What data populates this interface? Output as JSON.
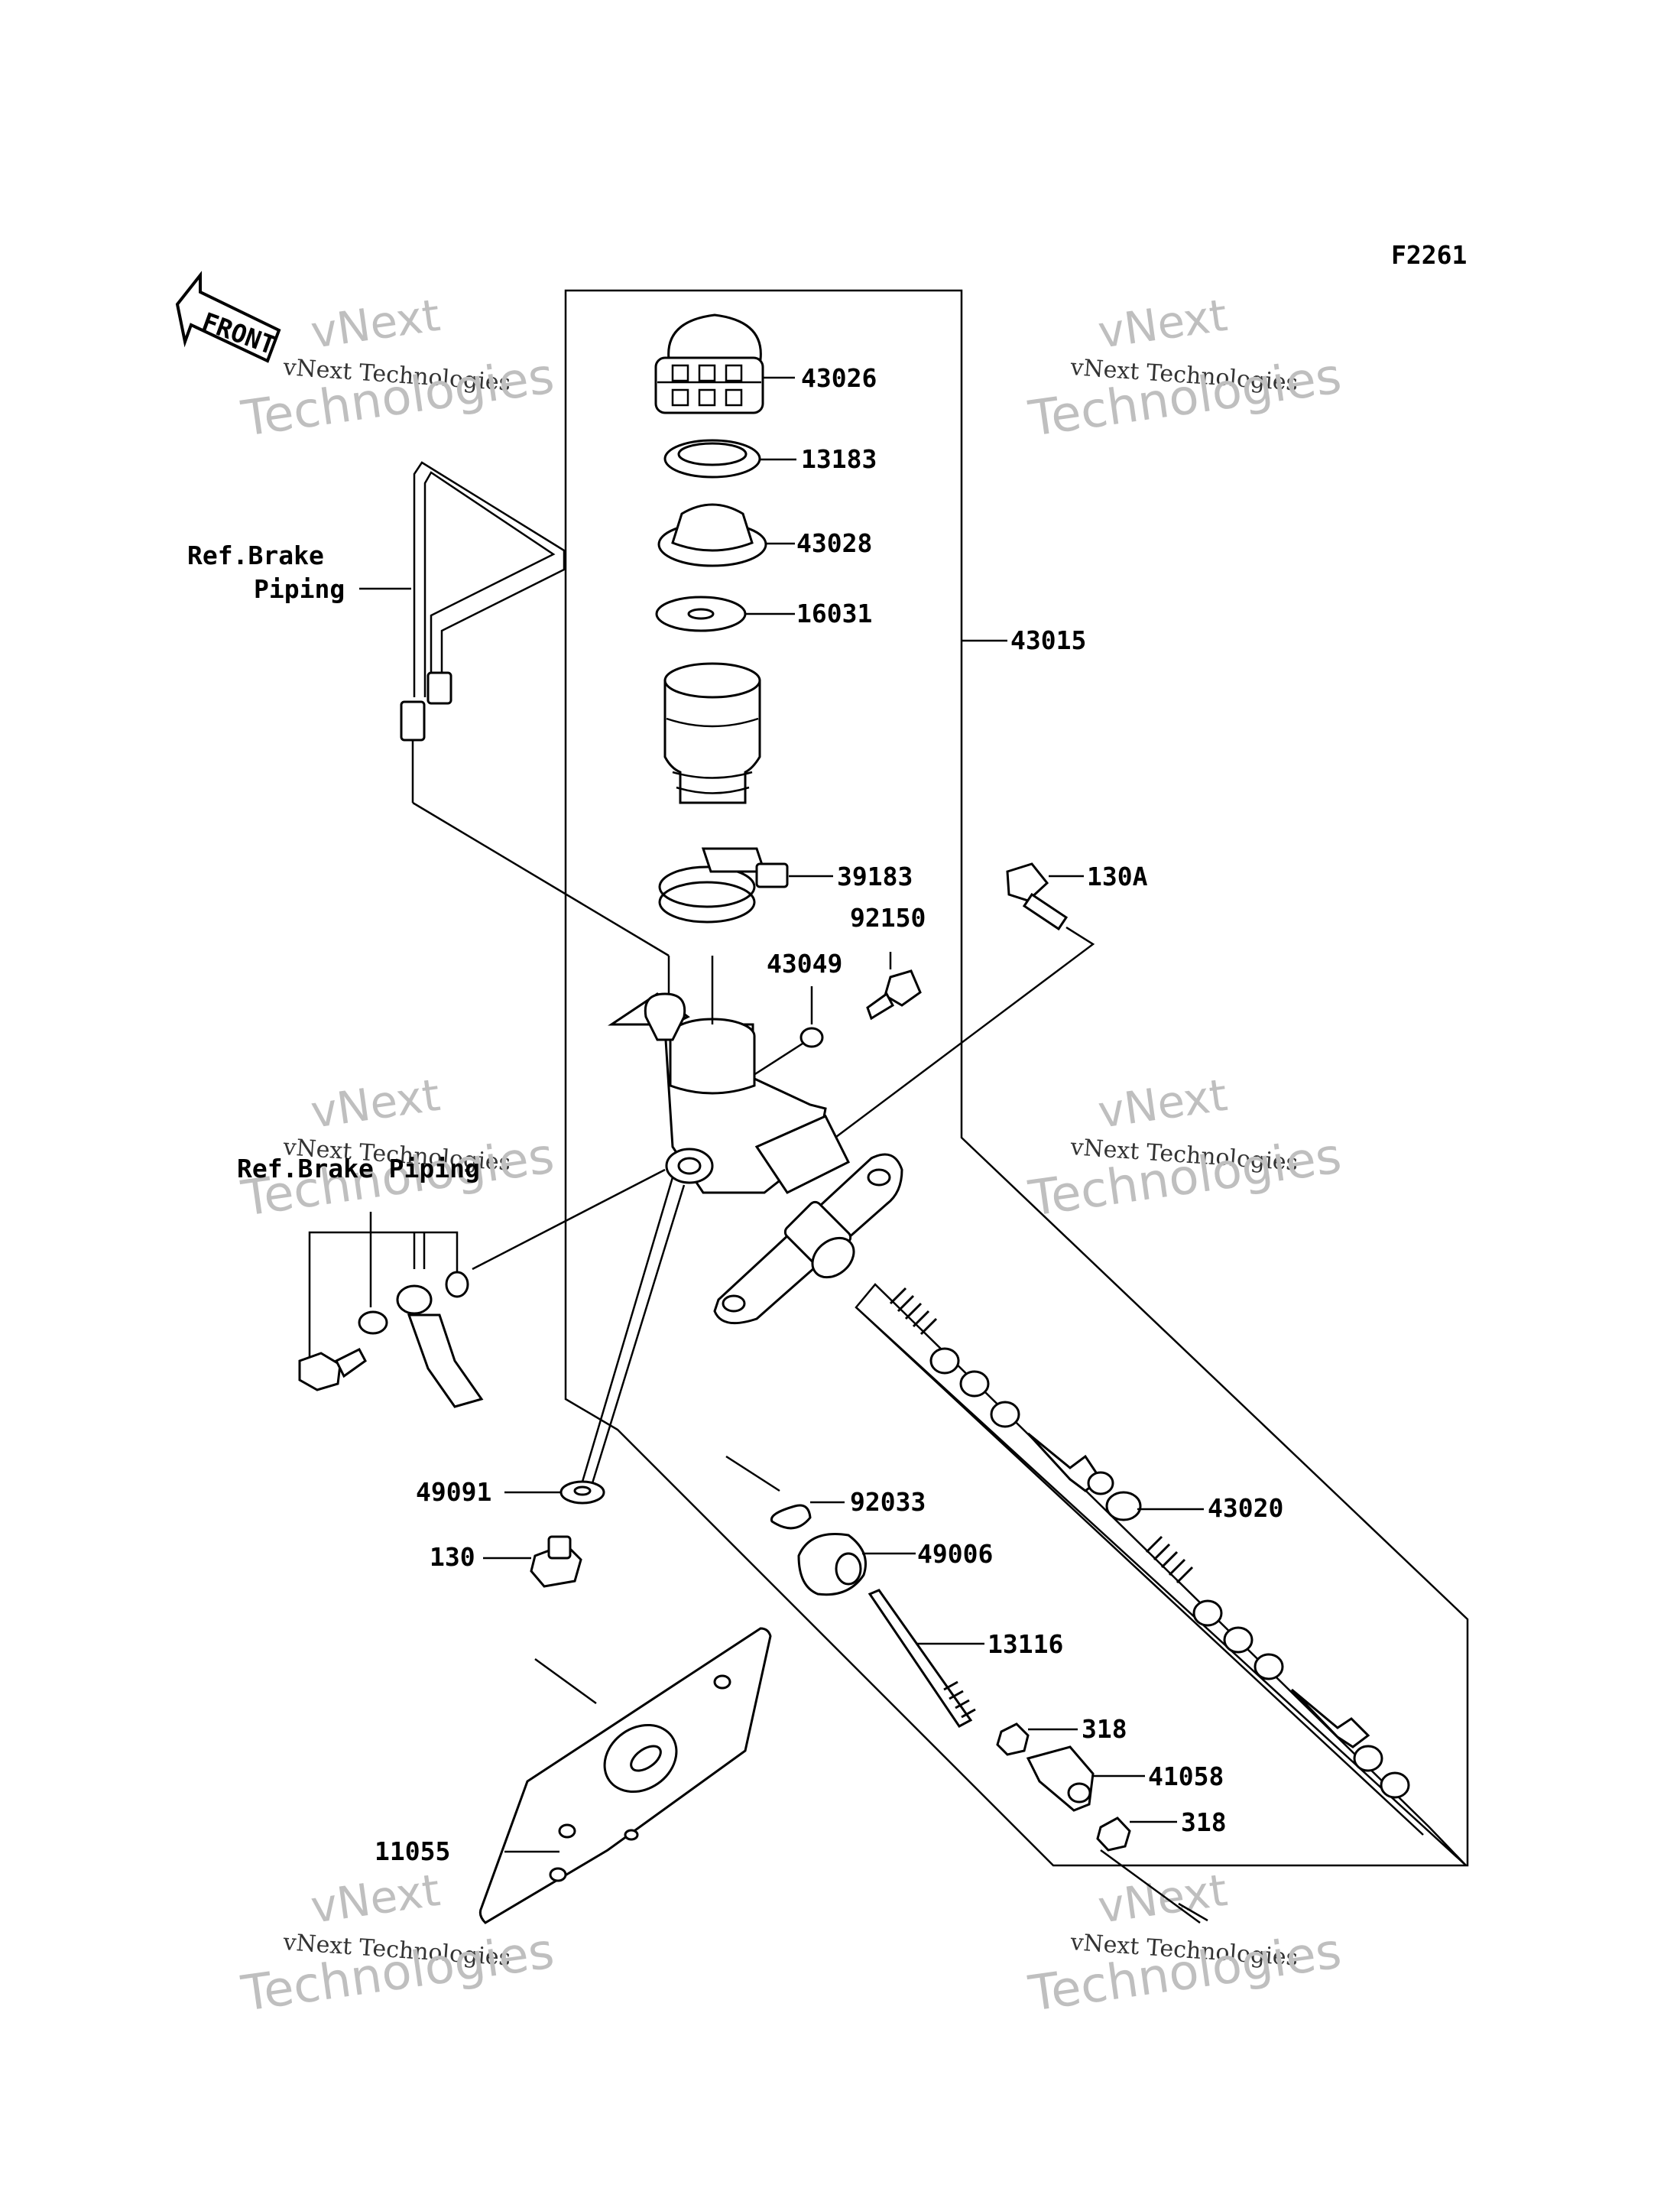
{
  "figure_code": "F2261",
  "front_label": "FRONT",
  "watermark": {
    "line1": "vNext",
    "line2": "vNext Technologies",
    "line3": "Technologies"
  },
  "references": [
    {
      "line1": "Ref.Brake",
      "line2": "Piping"
    },
    {
      "line1": "Ref.Brake Piping"
    }
  ],
  "part_numbers": [
    "43026",
    "13183",
    "43028",
    "16031",
    "43015",
    "39183",
    "130A",
    "92150",
    "43049",
    "49091",
    "130",
    "92033",
    "49006",
    "43020",
    "13116",
    "318",
    "41058",
    "318",
    "11055"
  ]
}
